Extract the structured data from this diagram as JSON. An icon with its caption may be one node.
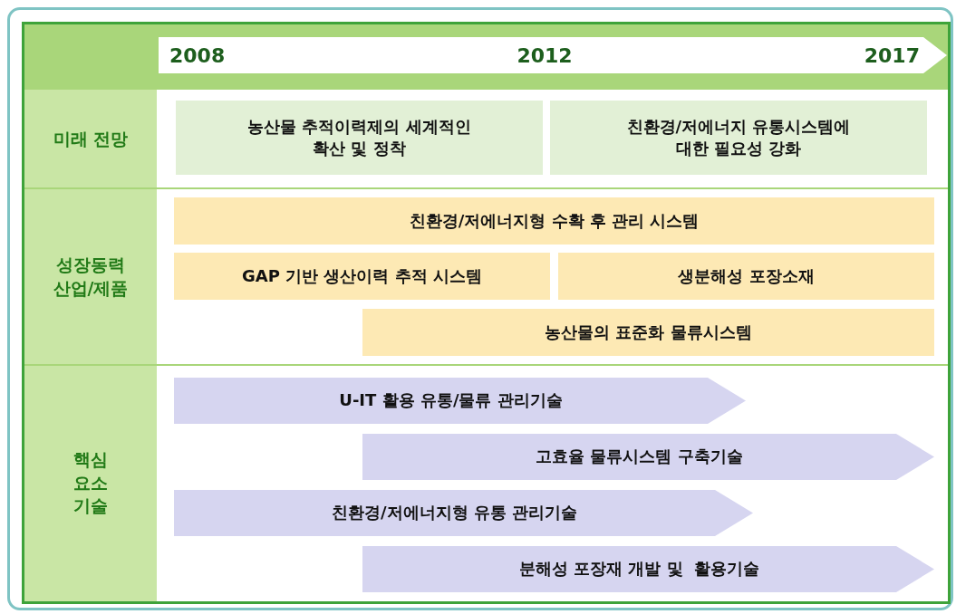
{
  "diagram": {
    "nodes": [
      {
        "text": [
          "2008",
          "2012",
          "2017"
        ]
      },
      {
        "text": [
          "미래 전망"
        ]
      },
      {
        "text": [
          "농산물 추적이력제의 세계적인 확산 및 정착"
        ]
      },
      {
        "text": [
          "친환경/저에너지 유통시스템에 대한 필요성 강화"
        ]
      },
      {
        "text": [
          "성장동력 산업/제품"
        ]
      },
      {
        "text": [
          "친환경/저에너지형 수확 후 관리 시스템"
        ]
      },
      {
        "text": [
          "GAP 기반 생산이력 추적 시스템"
        ]
      },
      {
        "text": [
          "생분해성 포장소재"
        ]
      },
      {
        "text": [
          "농산물의 표준화 물류시스템"
        ]
      },
      {
        "text": [
          "핵심 요소 기술"
        ]
      },
      {
        "text": [
          "U-IT 활용 유통/물류 관리기술"
        ]
      },
      {
        "text": [
          "고효율 물류시스템 구축기술"
        ]
      },
      {
        "text": [
          "친환경/저에너지형 유통 관리기술"
        ]
      },
      {
        "text": [
          "분해성 포장재 개발 및  활용기술"
        ]
      }
    ]
  }
}
